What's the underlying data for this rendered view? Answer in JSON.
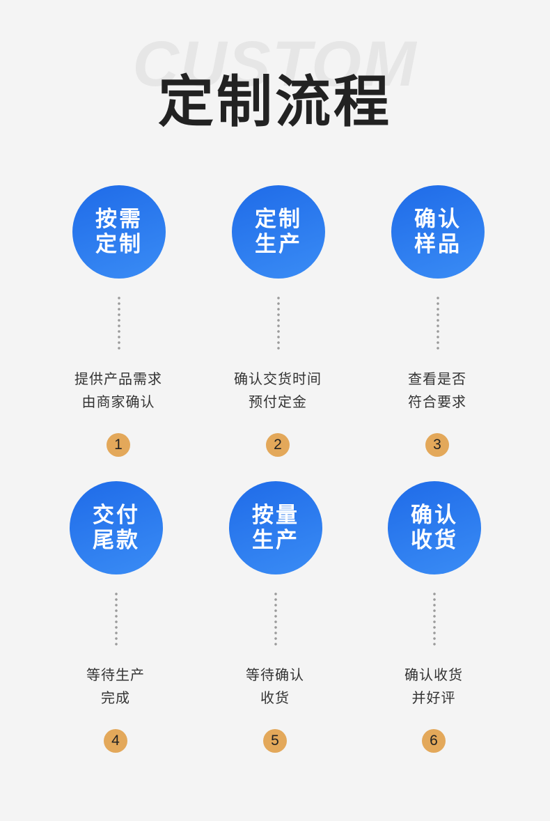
{
  "header": {
    "watermark": "CUSTOM",
    "title": "定制流程"
  },
  "steps": [
    {
      "circle": [
        "按需",
        "定制"
      ],
      "desc": [
        "提供产品需求",
        "由商家确认"
      ],
      "number": "1"
    },
    {
      "circle": [
        "定制",
        "生产"
      ],
      "desc": [
        "确认交货时间",
        "预付定金"
      ],
      "number": "2"
    },
    {
      "circle": [
        "确认",
        "样品"
      ],
      "desc": [
        "查看是否",
        "符合要求"
      ],
      "number": "3"
    },
    {
      "circle": [
        "交付",
        "尾款"
      ],
      "desc": [
        "等待生产",
        "完成"
      ],
      "number": "4"
    },
    {
      "circle": [
        "按量",
        "生产"
      ],
      "desc": [
        "等待确认",
        "收货"
      ],
      "number": "5"
    },
    {
      "circle": [
        "确认",
        "收货"
      ],
      "desc": [
        "确认收货",
        "并好评"
      ],
      "number": "6"
    }
  ],
  "colors": {
    "circle_blue": "#2b7cf0",
    "badge_gold": "#e3a85a",
    "background": "#f4f4f4",
    "title_text": "#222222"
  }
}
